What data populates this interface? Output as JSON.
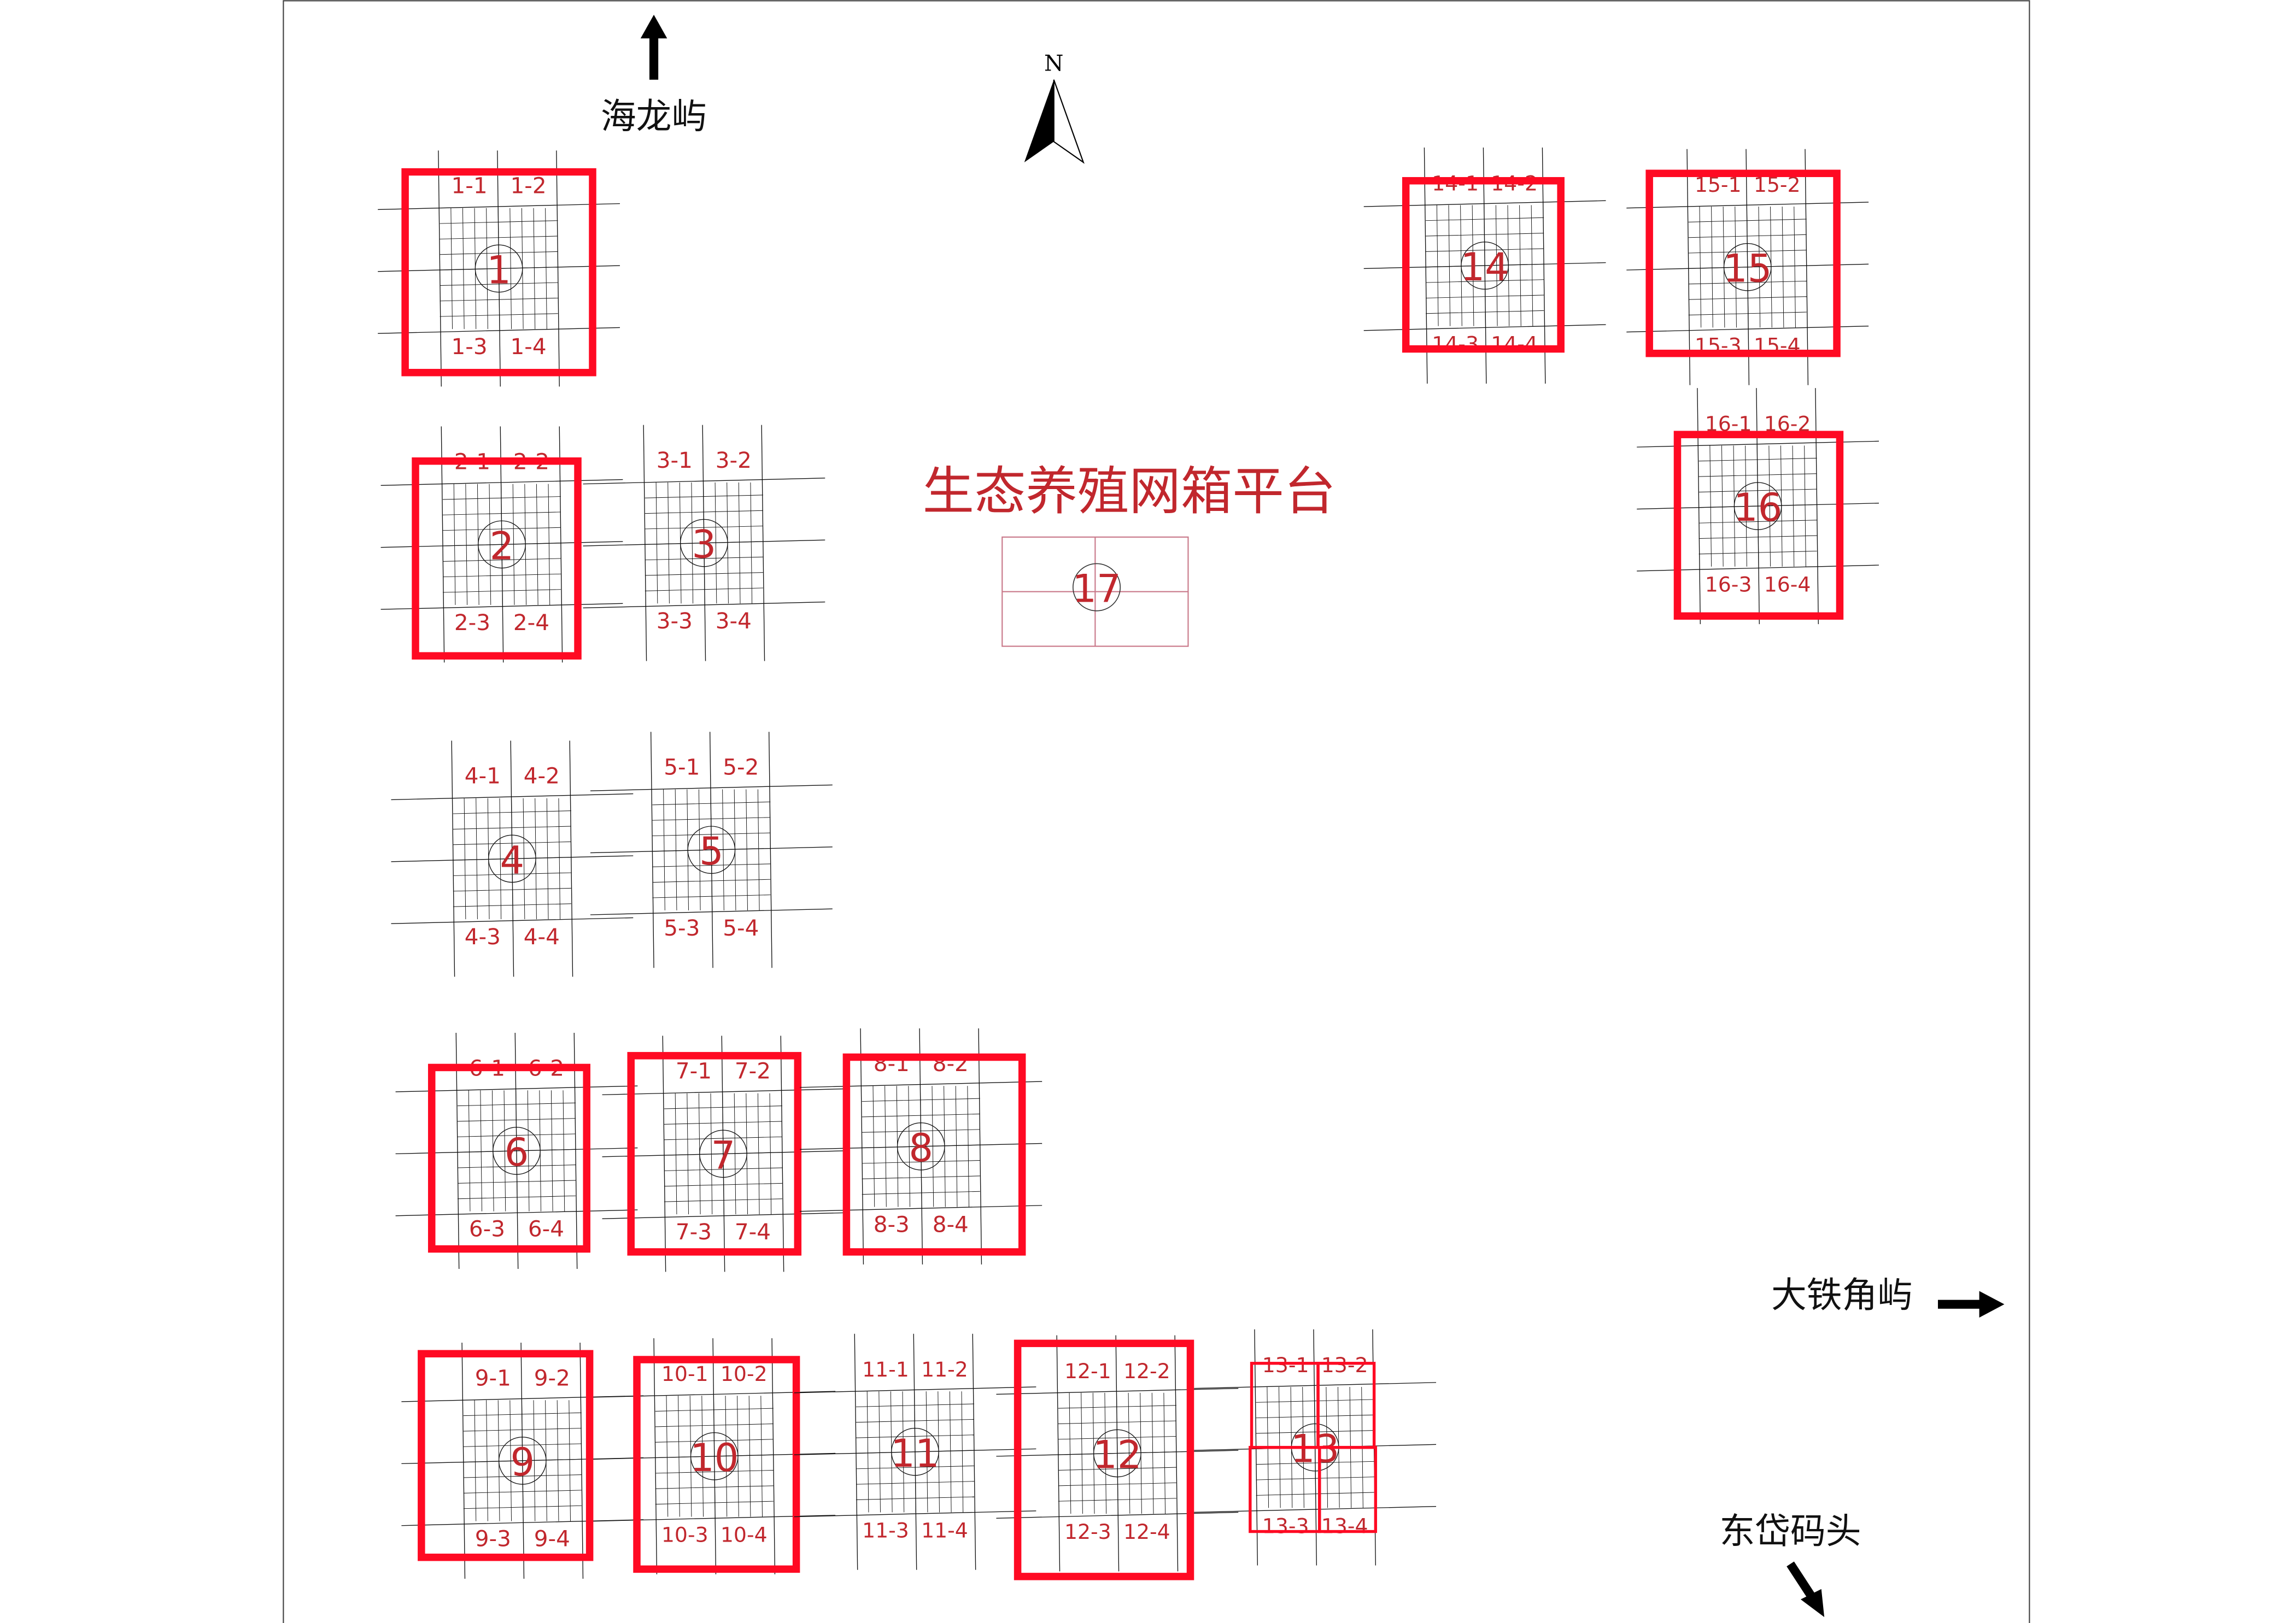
{
  "title": "生态养殖网箱平台",
  "compass": {
    "label": "N"
  },
  "places": {
    "north": "海龙屿",
    "east": "大铁角屿",
    "southeast": "东岱码头"
  },
  "cages": [
    {
      "id": "1",
      "subs": [
        "1-1",
        "1-2",
        "1-3",
        "1-4"
      ],
      "highlighted": true
    },
    {
      "id": "2",
      "subs": [
        "2-1",
        "2-2",
        "2-3",
        "2-4"
      ],
      "highlighted": true
    },
    {
      "id": "3",
      "subs": [
        "3-1",
        "3-2",
        "3-3",
        "3-4"
      ],
      "highlighted": false
    },
    {
      "id": "4",
      "subs": [
        "4-1",
        "4-2",
        "4-3",
        "4-4"
      ],
      "highlighted": false
    },
    {
      "id": "5",
      "subs": [
        "5-1",
        "5-2",
        "5-3",
        "5-4"
      ],
      "highlighted": false
    },
    {
      "id": "6",
      "subs": [
        "6-1",
        "6-2",
        "6-3",
        "6-4"
      ],
      "highlighted": true
    },
    {
      "id": "7",
      "subs": [
        "7-1",
        "7-2",
        "7-3",
        "7-4"
      ],
      "highlighted": true
    },
    {
      "id": "8",
      "subs": [
        "8-1",
        "8-2",
        "8-3",
        "8-4"
      ],
      "highlighted": true
    },
    {
      "id": "9",
      "subs": [
        "9-1",
        "9-2",
        "9-3",
        "9-4"
      ],
      "highlighted": true
    },
    {
      "id": "10",
      "subs": [
        "10-1",
        "10-2",
        "10-3",
        "10-4"
      ],
      "highlighted": true
    },
    {
      "id": "11",
      "subs": [
        "11-1",
        "11-2",
        "11-3",
        "11-4"
      ],
      "highlighted": false
    },
    {
      "id": "12",
      "subs": [
        "12-1",
        "12-2",
        "12-3",
        "12-4"
      ],
      "highlighted": true
    },
    {
      "id": "13",
      "subs": [
        "13-1",
        "13-2",
        "13-3",
        "13-4"
      ],
      "highlighted": true
    },
    {
      "id": "14",
      "subs": [
        "14-1",
        "14-2",
        "14-3",
        "14-4"
      ],
      "highlighted": true
    },
    {
      "id": "15",
      "subs": [
        "15-1",
        "15-2",
        "15-3",
        "15-4"
      ],
      "highlighted": true
    },
    {
      "id": "16",
      "subs": [
        "16-1",
        "16-2",
        "16-3",
        "16-4"
      ],
      "highlighted": true
    }
  ],
  "platform": {
    "id": "17"
  },
  "colors": {
    "highlight": "#ff0a23",
    "label": "#c1272d",
    "line": "#111111",
    "platform": "#c9798a"
  }
}
